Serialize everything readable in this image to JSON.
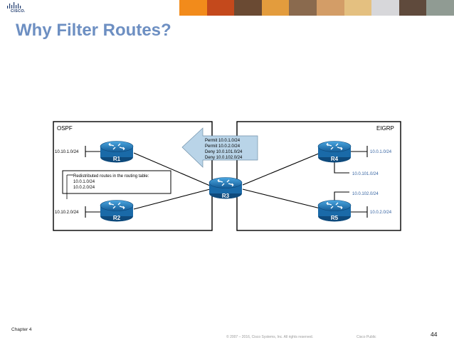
{
  "header": {
    "logo_text": "CISCO."
  },
  "slide": {
    "title": "Why Filter Routes?"
  },
  "diagram": {
    "ospf_label": "OSPF",
    "eigrp_label": "EIGRP",
    "routers": [
      "R1",
      "R2",
      "R3",
      "R4",
      "R5"
    ],
    "networks": {
      "r1": "10.10.1.0/24",
      "r2": "10.10.2.0/24",
      "r4_top": "10.0.1.0/24",
      "r4_bottom": "10.0.101.0/24",
      "r5_top": "10.0.102.0/24",
      "r5_right": "10.0.2.0/24"
    },
    "filter_lines": [
      "Permit 10.0.1.0/24",
      "Permit 10.0.2.0/24",
      "Deny 10.0.101.0/24",
      "Deny 10.0.102.0/24"
    ],
    "redistributed": [
      "Redistributed routes in the routing table:",
      "10.0.1.0/24",
      "10.0.2.0/24"
    ]
  },
  "footer": {
    "chapter": "Chapter 4",
    "copyright": "© 2007 – 2016, Cisco Systems, Inc. All rights reserved.",
    "classification": "Cisco Public",
    "page": "44"
  },
  "colors": {
    "title": "#6d8fc2",
    "router": "#1f78b4",
    "network_text": "#2f5f9f",
    "arrow": "#b9d4e8"
  }
}
